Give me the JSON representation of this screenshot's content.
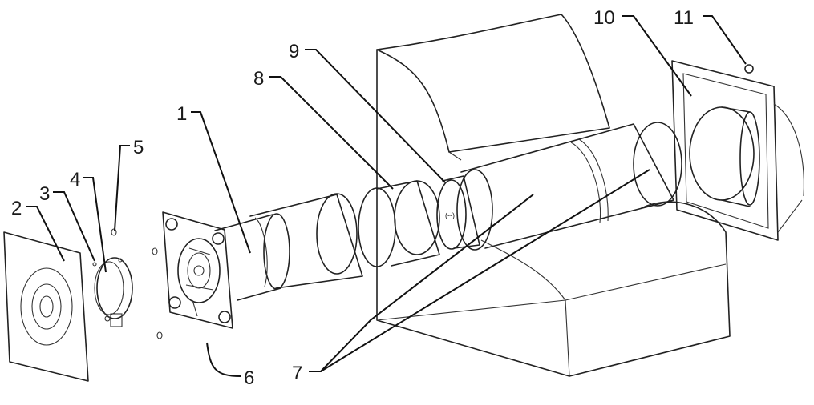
{
  "callouts": [
    {
      "id": "1",
      "text": "1"
    },
    {
      "id": "2",
      "text": "2"
    },
    {
      "id": "3",
      "text": "3"
    },
    {
      "id": "4",
      "text": "4"
    },
    {
      "id": "5",
      "text": "5"
    },
    {
      "id": "6",
      "text": "6"
    },
    {
      "id": "7",
      "text": "7"
    },
    {
      "id": "8",
      "text": "8"
    },
    {
      "id": "9",
      "text": "9"
    },
    {
      "id": "10",
      "text": "10"
    },
    {
      "id": "11",
      "text": "11"
    }
  ],
  "colors": {
    "line": "#222222",
    "panel": "#f3f3f3",
    "tube": "#f5f5f5",
    "filter": "#3a3a3a",
    "wall": "#fafafa"
  }
}
